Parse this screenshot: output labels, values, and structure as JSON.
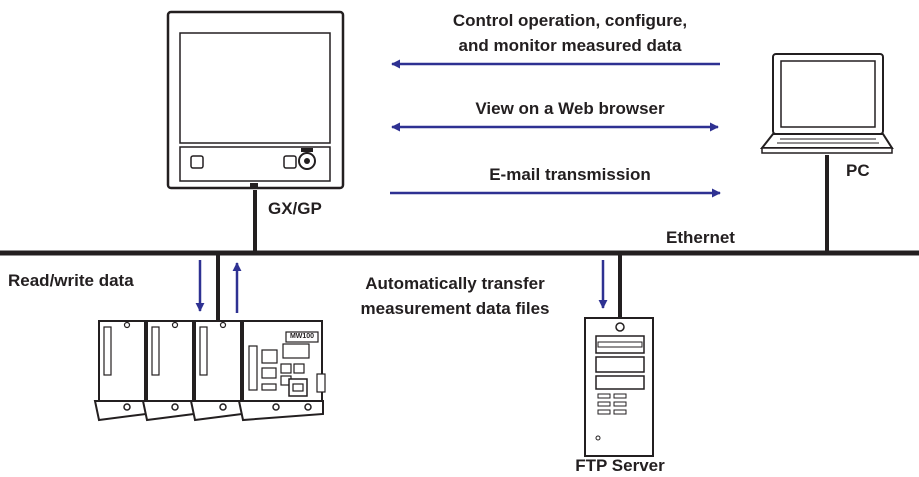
{
  "labels": {
    "control_line1": "Control operation, configure,",
    "control_line2": "and monitor measured data",
    "web": "View on a Web browser",
    "email": "E-mail transmission",
    "gxgp": "GX/GP",
    "pc": "PC",
    "ethernet": "Ethernet",
    "readwrite": "Read/write data",
    "auto_line1": "Automatically transfer",
    "auto_line2": "measurement data files",
    "mw100": "MW100",
    "ftp": "FTP Server"
  },
  "colors": {
    "line": "#231f20",
    "arrow": "#2e3192",
    "device_fill": "#ffffff"
  }
}
